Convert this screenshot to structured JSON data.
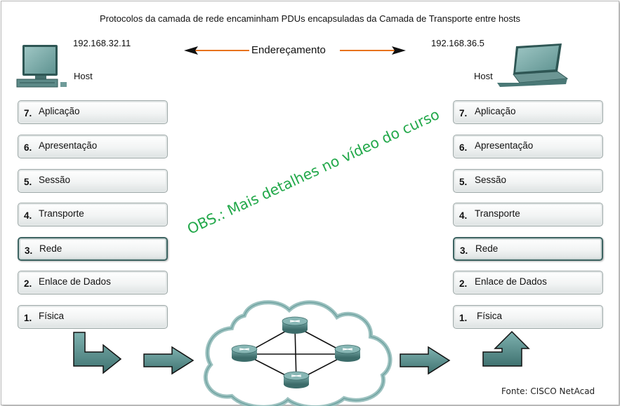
{
  "title": "Protocolos da camada de rede encaminham PDUs encapsuladas da Camada de Transporte entre hosts",
  "left_host": {
    "ip": "192.168.32.11",
    "label": "Host"
  },
  "right_host": {
    "ip": "192.168.36.5",
    "label": "Host"
  },
  "addressing_label": "Endereçamento",
  "layers_left": [
    {
      "num": "7.",
      "name": "Aplicação"
    },
    {
      "num": "6.",
      "name": "Apresentação"
    },
    {
      "num": "5.",
      "name": "Sessão"
    },
    {
      "num": "4.",
      "name": "Transporte"
    },
    {
      "num": "3.",
      "name": "Rede"
    },
    {
      "num": "2.",
      "name": "Enlace de Dados"
    },
    {
      "num": "1.",
      "name": "Física"
    }
  ],
  "layers_right": [
    {
      "num": "7.",
      "name": "Aplicação"
    },
    {
      "num": "6.",
      "name": "Apresentação"
    },
    {
      "num": "5.",
      "name": "Sessão"
    },
    {
      "num": "4.",
      "name": "Transporte"
    },
    {
      "num": "3.",
      "name": "Rede"
    },
    {
      "num": "2.",
      "name": "Enlace de Dados"
    },
    {
      "num": "1.",
      "name": "Física"
    }
  ],
  "note": "OBS.: Mais detalhes no vídeo do curso",
  "source": "Fonte:  CISCO NetAcad",
  "colors": {
    "note_green": "#22a84a",
    "arrow_orange": "#e8731c",
    "flow_arrow_teal": "#5e9593",
    "router_teal": "#4f8583",
    "highlight_border": "#3d6462"
  },
  "icons": [
    "desktop-computer-icon",
    "laptop-icon",
    "network-cloud-icon",
    "router-icon"
  ]
}
